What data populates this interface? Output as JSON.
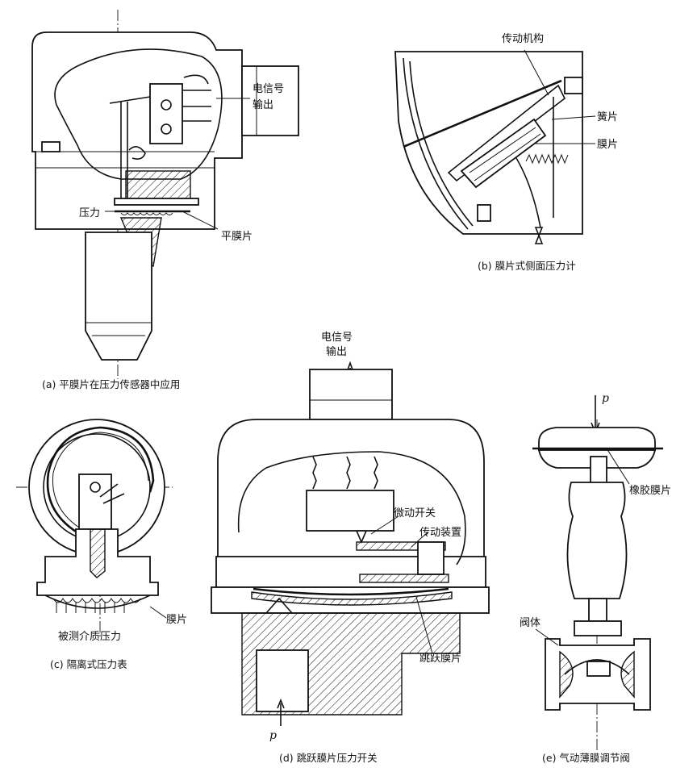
{
  "figure_a": {
    "caption": "(a) 平膜片在压力传感器中应用",
    "label_signal": "电信号",
    "label_output": "输出",
    "label_pressure": "压力",
    "label_diaphragm": "平膜片"
  },
  "figure_b": {
    "caption": "(b) 膜片式侧面压力计",
    "label_mechanism": "传动机构",
    "label_spring": "簧片",
    "label_diaphragm": "膜片"
  },
  "figure_c": {
    "caption": "(c) 隔离式压力表",
    "label_diaphragm": "膜片",
    "label_medium": "被测介质压力"
  },
  "figure_d": {
    "caption": "(d) 跳跃膜片压力开关",
    "label_signal": "电信号",
    "label_output": "输出",
    "label_microswitch": "微动开关",
    "label_transmission": "传动装置",
    "label_snap": "跳跃膜片",
    "label_p": "p"
  },
  "figure_e": {
    "caption": "(e) 气动薄膜调节阀",
    "label_p": "p",
    "label_rubber": "橡胶膜片",
    "label_valvebody": "阀体"
  }
}
